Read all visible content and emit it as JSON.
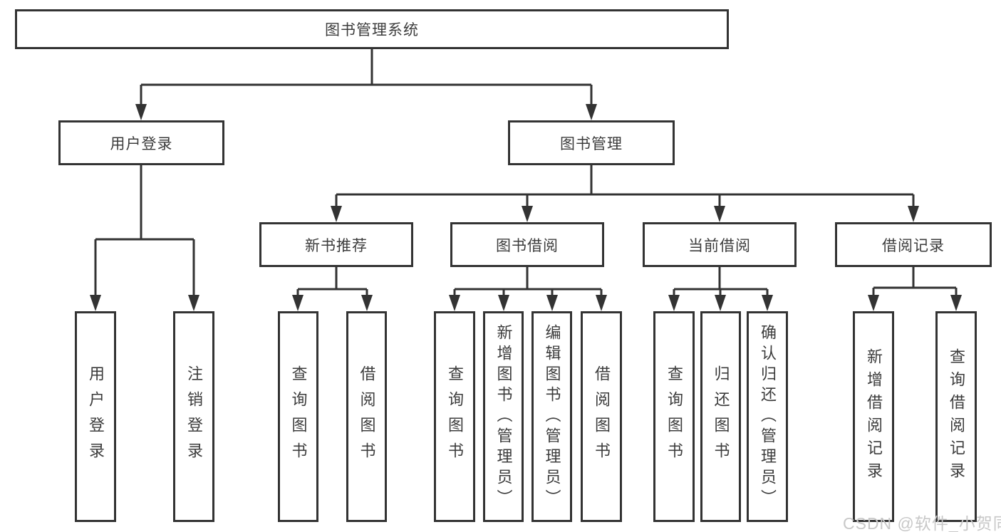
{
  "diagram_title": "图书管理系统",
  "nodes": {
    "root": "图书管理系统",
    "user_login": "用户登录",
    "book_mgmt": "图书管理",
    "new_rec": "新书推荐",
    "book_borrow": "图书借阅",
    "current_borrow": "当前借阅",
    "borrow_records": "借阅记录",
    "leaf_user_login": "用户登录",
    "leaf_logout": "注销登录",
    "leaf_nr_query": "查询图书",
    "leaf_nr_borrow": "借阅图书",
    "leaf_bb_query": "查询图书",
    "leaf_bb_add": "新增图书（管理员）",
    "leaf_bb_edit": "编辑图书（管理员）",
    "leaf_bb_borrow": "借阅图书",
    "leaf_cb_query": "查询图书",
    "leaf_cb_return": "归还图书",
    "leaf_cb_confirm": "确认归还（管理员）",
    "leaf_br_add": "新增借阅记录",
    "leaf_br_query": "查询借阅记录"
  },
  "structure": {
    "图书管理系统": [
      "用户登录",
      "图书管理"
    ],
    "用户登录": [
      "用户登录",
      "注销登录"
    ],
    "图书管理": [
      "新书推荐",
      "图书借阅",
      "当前借阅",
      "借阅记录"
    ],
    "新书推荐": [
      "查询图书",
      "借阅图书"
    ],
    "图书借阅": [
      "查询图书",
      "新增图书（管理员）",
      "编辑图书（管理员）",
      "借阅图书"
    ],
    "当前借阅": [
      "查询图书",
      "归还图书",
      "确认归还（管理员）"
    ],
    "借阅记录": [
      "新增借阅记录",
      "查询借阅记录"
    ]
  },
  "watermark": {
    "text": "CSDN @软件_小贺同学"
  },
  "colors": {
    "line": "#333333",
    "box_border": "#333333",
    "text": "#3c3c3c",
    "watermark": "#c8c8c8",
    "background": "#ffffff"
  }
}
